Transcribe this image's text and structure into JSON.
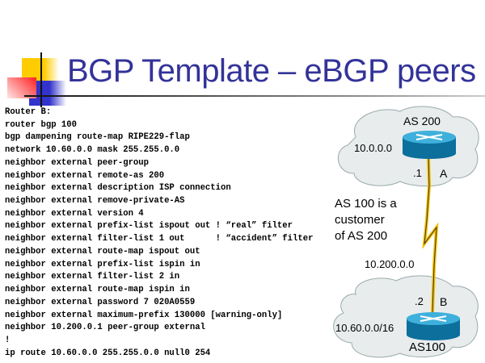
{
  "slide": {
    "title": "BGP Template – eBGP peers",
    "code_lines": [
      "Router B:",
      "router bgp 100",
      "bgp dampening route-map RIPE229-flap",
      "network 10.60.0.0 mask 255.255.0.0",
      "neighbor external peer-group",
      "neighbor external remote-as 200",
      "neighbor external description ISP connection",
      "neighbor external remove-private-AS",
      "neighbor external version 4",
      "neighbor external prefix-list ispout out ! “real” filter",
      "neighbor external filter-list 1 out      ! “accident” filter",
      "neighbor external route-map ispout out",
      "neighbor external prefix-list ispin in",
      "neighbor external filter-list 2 in",
      "neighbor external route-map ispin in",
      "neighbor external password 7 020A0559",
      "neighbor external maximum-prefix 130000 [warning-only]",
      "neighbor 10.200.0.1 peer-group external",
      "!",
      "ip route 10.60.0.0 255.255.0.0 null0 254"
    ]
  },
  "diagram": {
    "top_as": "AS 200",
    "top_network": "10.0.0.0",
    "top_addr": ".1",
    "top_router": "A",
    "note": [
      "AS 100 is a",
      "customer",
      "of AS 200"
    ],
    "link_network": "10.200.0.0",
    "bottom_addr": ".2",
    "bottom_router": "B",
    "bottom_network": "10.60.0.0/16",
    "bottom_as": "AS100"
  },
  "colors": {
    "title": "#333399",
    "link": "#f5c000",
    "cloud": "#e8ecec",
    "router": "#1a8fc0"
  }
}
